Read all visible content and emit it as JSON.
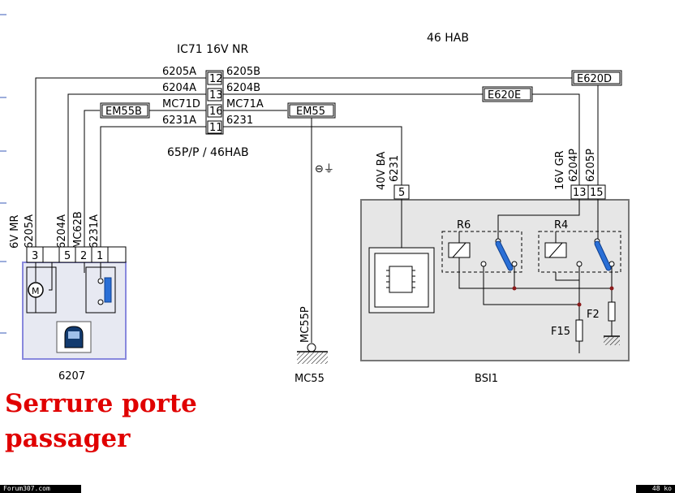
{
  "header": {
    "connector_title": "IC71  16V  NR",
    "top_label": "46 HAB",
    "bridge_label": "65P/P / 46HAB"
  },
  "bridge_rows": [
    {
      "left": "6205A",
      "pin": "12",
      "right": "6205B"
    },
    {
      "left": "6204A",
      "pin": "13",
      "right": "6204B"
    },
    {
      "left": "MC71D",
      "pin": "16",
      "right": "MC71A"
    },
    {
      "left": "6231A",
      "pin": "11",
      "right": "6231"
    }
  ],
  "splices": {
    "em55b": "EM55B",
    "em55": "EM55",
    "e620d": "E620D",
    "e620e": "E620E"
  },
  "lock_component": {
    "id": "6207",
    "connector_label": "6V  MR",
    "wires": [
      "6205A",
      "6204A",
      "MC62B",
      "6231A"
    ],
    "pins": [
      "3",
      "",
      "5",
      "2",
      "1",
      ""
    ]
  },
  "ground": {
    "wire": "MC55P",
    "label": "MC55",
    "symbol": "⊖⏚"
  },
  "bsi": {
    "id": "BSI1",
    "conn1_label": "40V  BA",
    "conn1_wire": "6231",
    "conn1_pin": "5",
    "conn2_label": "16V  GR",
    "conn2_wires": [
      "6204P",
      "6205P"
    ],
    "conn2_pins": [
      "13",
      "15"
    ],
    "relay1": "R6",
    "relay2": "R4",
    "fuse1": "F15",
    "fuse2": "F2"
  },
  "caption": {
    "line1": "Serrure porte",
    "line2": "passager"
  },
  "footer": {
    "left": "Forum307.com",
    "right": "48 ko"
  },
  "colors": {
    "accent_blue": "#2a6fd6",
    "component_border": "#8888dd",
    "component_fill": "#e7e9f2",
    "bsi_fill": "#e6e6e6",
    "caption_red": "#e00000"
  }
}
